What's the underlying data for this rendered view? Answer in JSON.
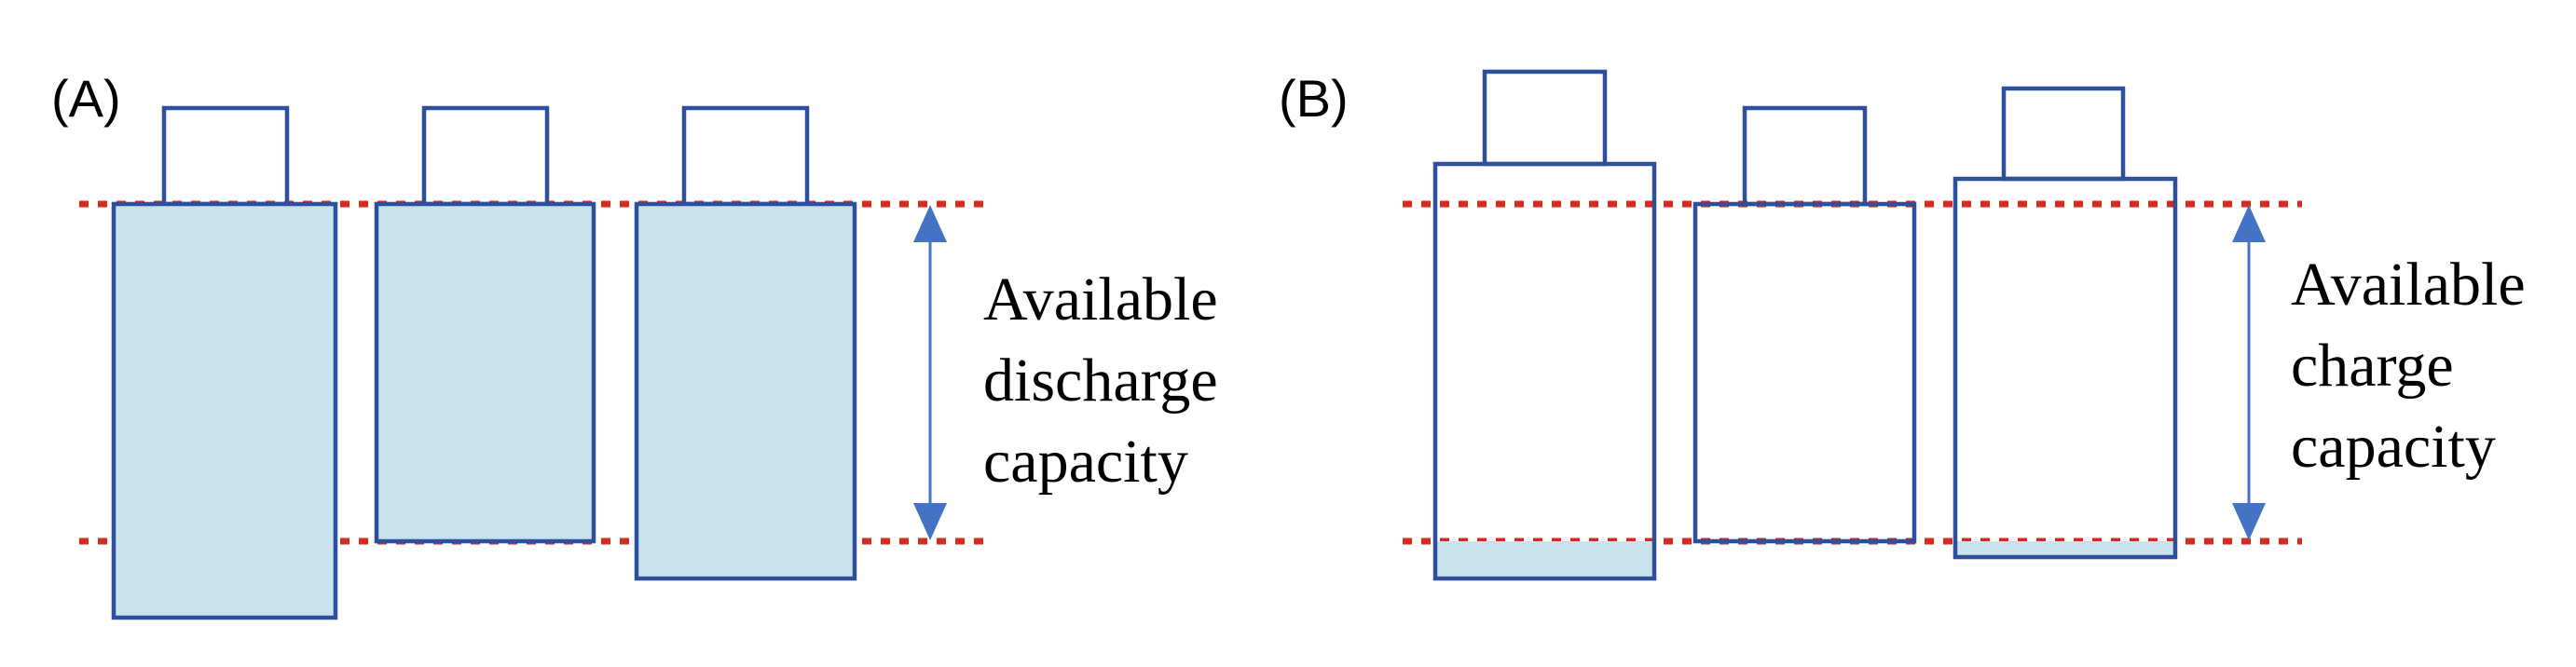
{
  "colors": {
    "cell_outline": "#2E4F9B",
    "cell_fill": "#C8E3EC",
    "level_line": "#D42A20",
    "arrow": "#4472C4",
    "background": "#FFFFFF",
    "text": "#000000"
  },
  "panels": [
    {
      "id": "A",
      "label": "(A)",
      "caption_lines": [
        "Available",
        "discharge",
        "capacity"
      ],
      "cells": [
        {
          "state": "filled"
        },
        {
          "state": "filled"
        },
        {
          "state": "filled"
        }
      ]
    },
    {
      "id": "B",
      "label": "(B)",
      "caption_lines": [
        "Available",
        "charge",
        "capacity"
      ],
      "cells": [
        {
          "state": "mostly-empty"
        },
        {
          "state": "empty"
        },
        {
          "state": "nearly-empty"
        }
      ]
    }
  ]
}
